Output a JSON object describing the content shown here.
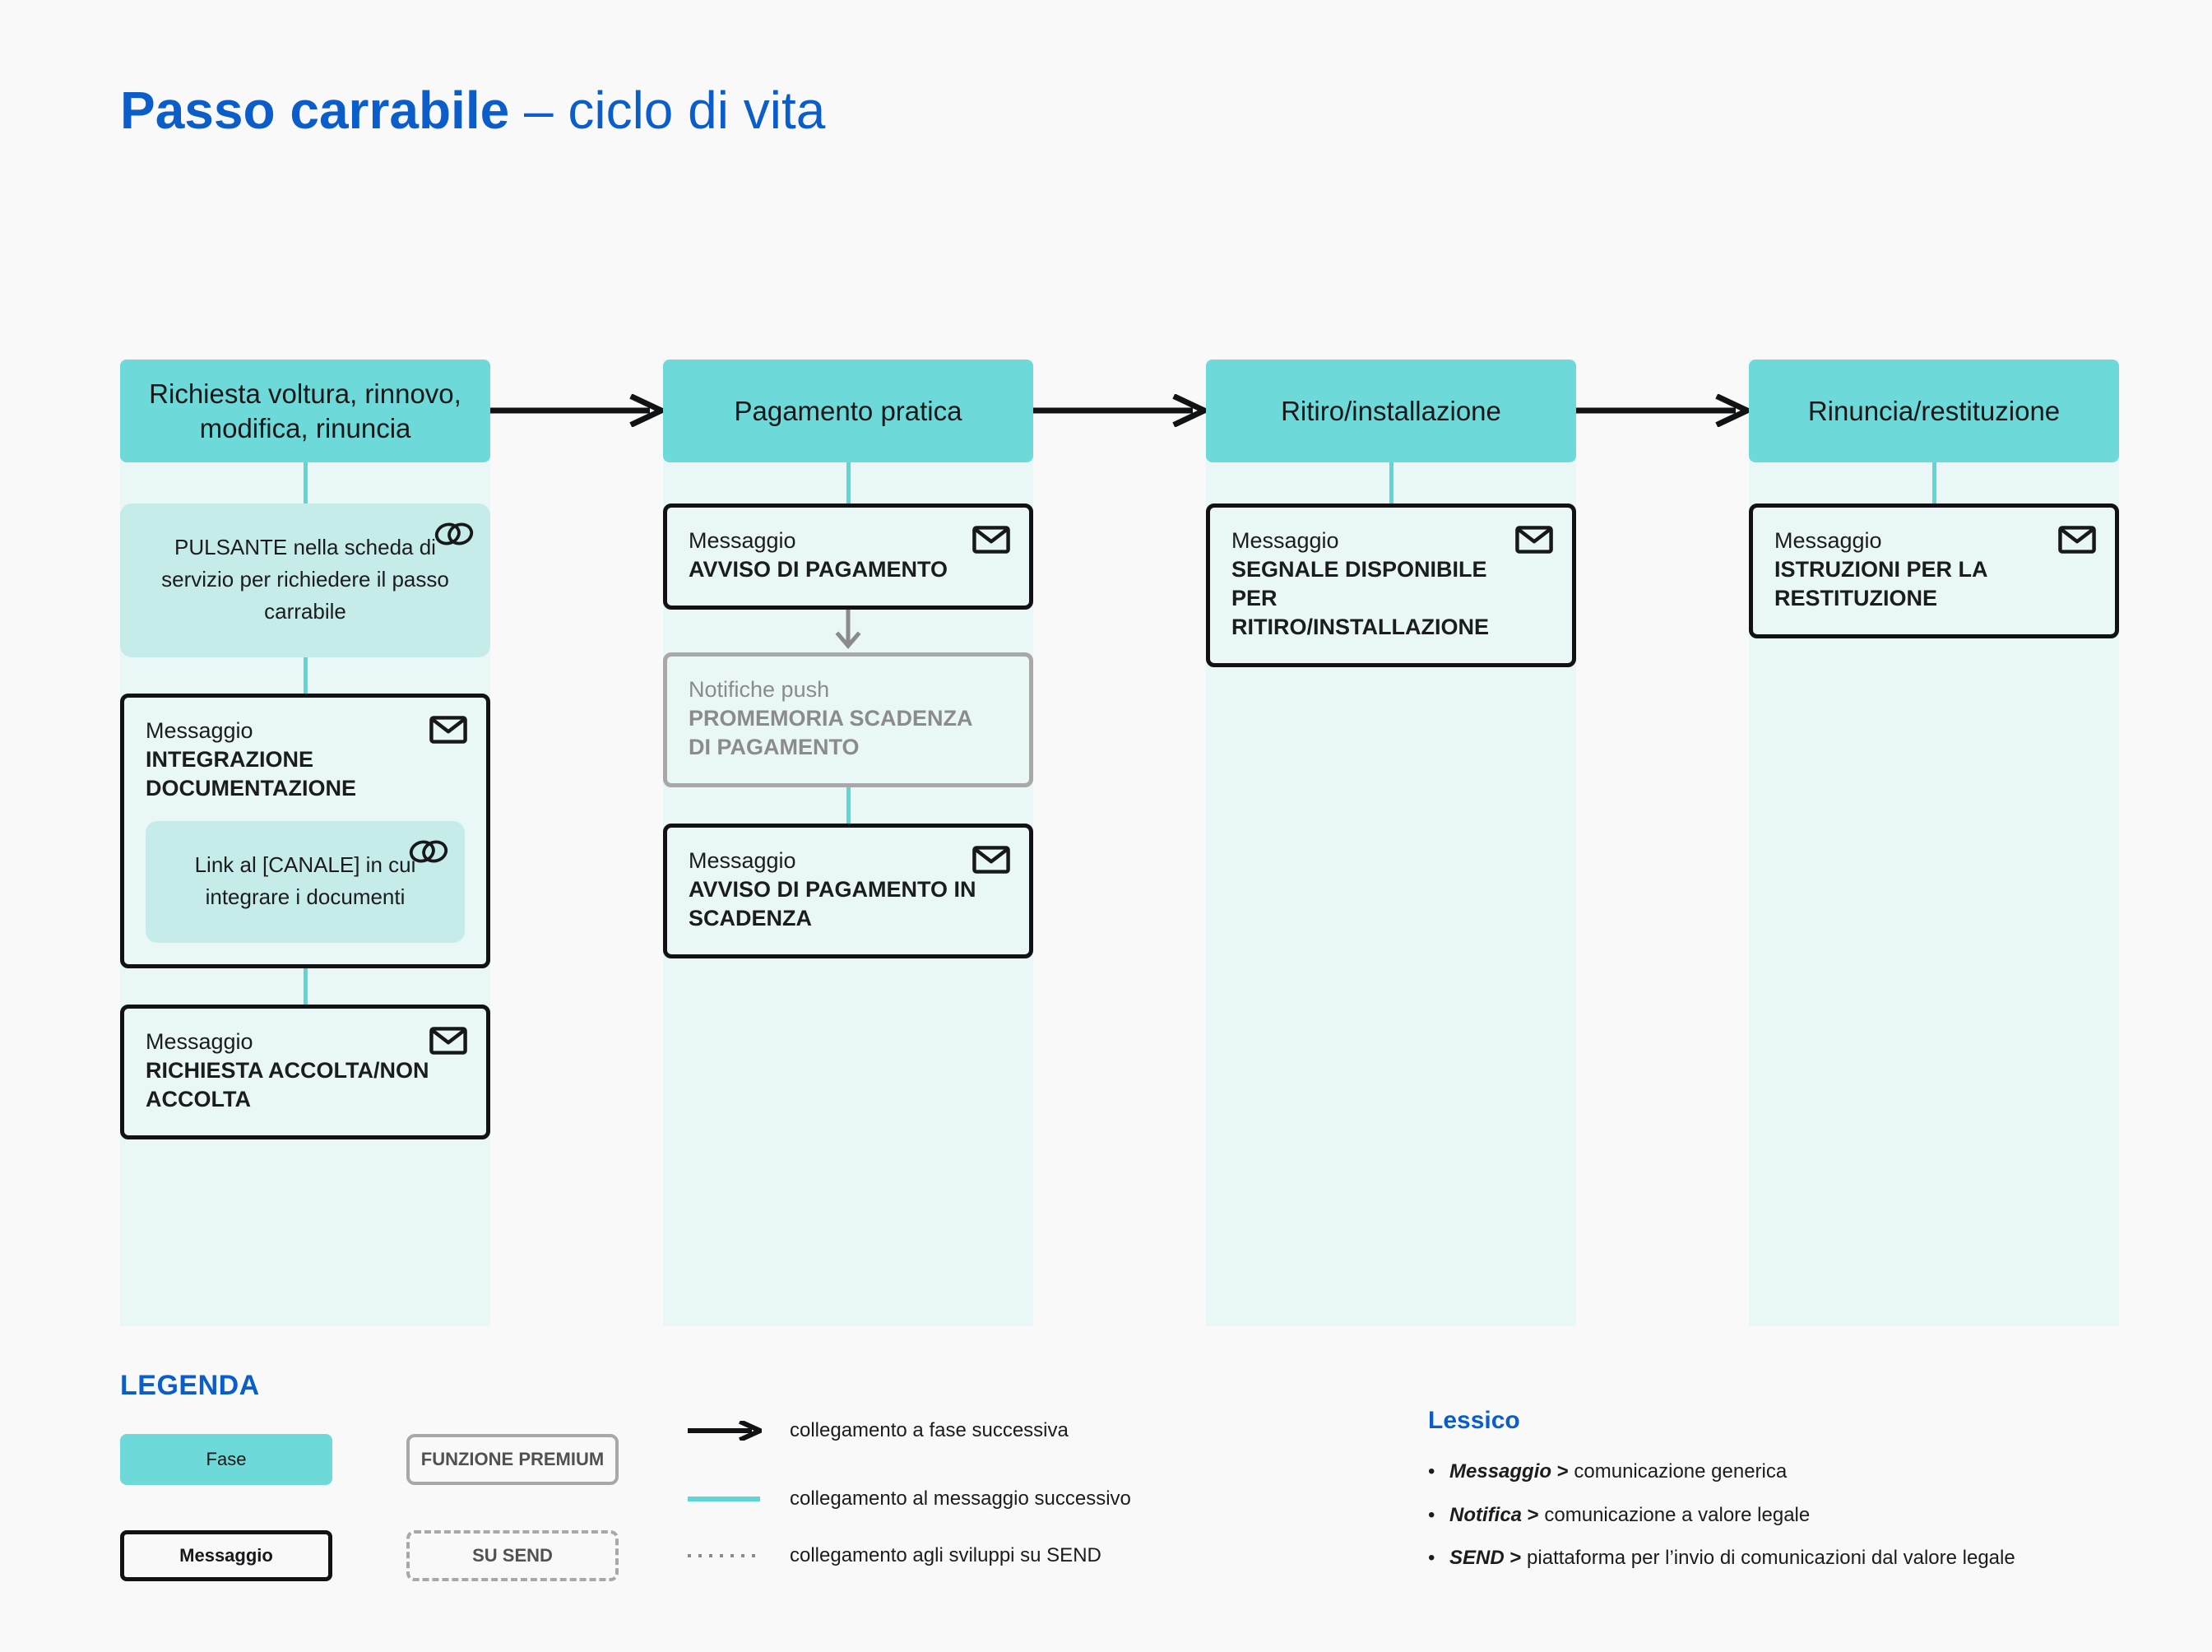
{
  "title": {
    "strong": "Passo carrabile",
    "light": " – ciclo di vita"
  },
  "colors": {
    "page_background": "#f9f9fa",
    "brand_blue": "#0b5ec9",
    "phase_teal": "#6ed9d9",
    "column_background": "#e9f7f7",
    "premium_fill": "#c6ecea",
    "connector_teal": "#5fd6d6",
    "push_gray": "#a8a8a8",
    "message_border": "#111214"
  },
  "columns": [
    {
      "phase": "Richiesta voltura, rinnovo, modifica, rinuncia",
      "nodes": [
        {
          "kind": "premium",
          "icon": "link-icon",
          "text": "PULSANTE nella scheda di servizio per richiedere il passo carrabile"
        },
        {
          "kind": "message",
          "icon": "envelope-icon",
          "kicker": "Messaggio",
          "headline": "INTEGRAZIONE DOCUMENTAZIONE",
          "inner": {
            "kind": "premium",
            "icon": "link-icon",
            "text": "Link al [CANALE] in cui integrare i documenti"
          }
        },
        {
          "kind": "message",
          "icon": "envelope-icon",
          "kicker": "Messaggio",
          "headline": "RICHIESTA ACCOLTA/NON ACCOLTA"
        }
      ]
    },
    {
      "phase": "Pagamento pratica",
      "nodes": [
        {
          "kind": "message",
          "icon": "envelope-icon",
          "kicker": "Messaggio",
          "headline": "AVVISO DI PAGAMENTO"
        },
        {
          "kind": "push",
          "kicker": "Notifiche push",
          "headline": "PROMEMORIA SCADENZA DI PAGAMENTO"
        },
        {
          "kind": "message",
          "icon": "envelope-icon",
          "kicker": "Messaggio",
          "headline": "AVVISO DI PAGAMENTO IN SCADENZA"
        }
      ]
    },
    {
      "phase": "Ritiro/installazione",
      "nodes": [
        {
          "kind": "message",
          "icon": "envelope-icon",
          "kicker": "Messaggio",
          "headline": "SEGNALE DISPONIBILE PER RITIRO/INSTALLAZIONE"
        }
      ]
    },
    {
      "phase": "Rinuncia/restituzione",
      "nodes": [
        {
          "kind": "message",
          "icon": "envelope-icon",
          "kicker": "Messaggio",
          "headline": "ISTRUZIONI PER LA RESTITUZIONE"
        }
      ]
    }
  ],
  "legend": {
    "title": "LEGENDA",
    "swatches": [
      {
        "label": "Fase",
        "style": "fase"
      },
      {
        "label": "FUNZIONE PREMIUM",
        "style": "premium"
      },
      {
        "label": "Messaggio",
        "style": "message"
      },
      {
        "label": "SU SEND",
        "style": "send"
      }
    ],
    "connectors": [
      {
        "sample": "black-arrow",
        "label": "collegamento a fase successiva"
      },
      {
        "sample": "teal-line",
        "label": "collegamento al messaggio successivo"
      },
      {
        "sample": "dotted-line",
        "label": "collegamento agli sviluppi su SEND"
      }
    ],
    "lexicon": {
      "title": "Lessico",
      "items": [
        {
          "term": "Messaggio",
          "gt": " > ",
          "definition": "comunicazione generica"
        },
        {
          "term": "Notifica",
          "gt": " > ",
          "definition": "comunicazione a valore legale"
        },
        {
          "term": "SEND",
          "gt": " > ",
          "definition": "piattaforma per  l’invio di comunicazioni dal valore legale"
        }
      ]
    }
  }
}
